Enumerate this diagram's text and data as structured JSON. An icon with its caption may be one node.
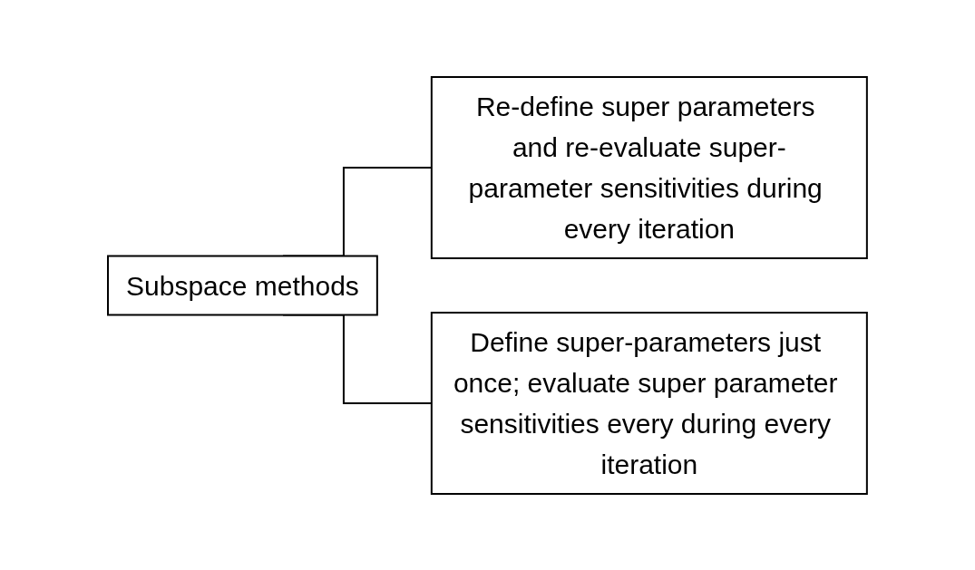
{
  "diagram": {
    "nodes": [
      {
        "text": [
          "Subspace methods"
        ]
      },
      {
        "text": [
          "Re-define super parameters and re-evaluate super-parameter sensitivities during every iteration"
        ]
      },
      {
        "text": [
          "Define super-parameters just once; evaluate super parameter sensitivities every during every iteration"
        ]
      }
    ],
    "edges": [
      {
        "from": 0,
        "to": 1,
        "arrow": "none"
      },
      {
        "from": 0,
        "to": 2,
        "arrow": "none"
      }
    ]
  }
}
